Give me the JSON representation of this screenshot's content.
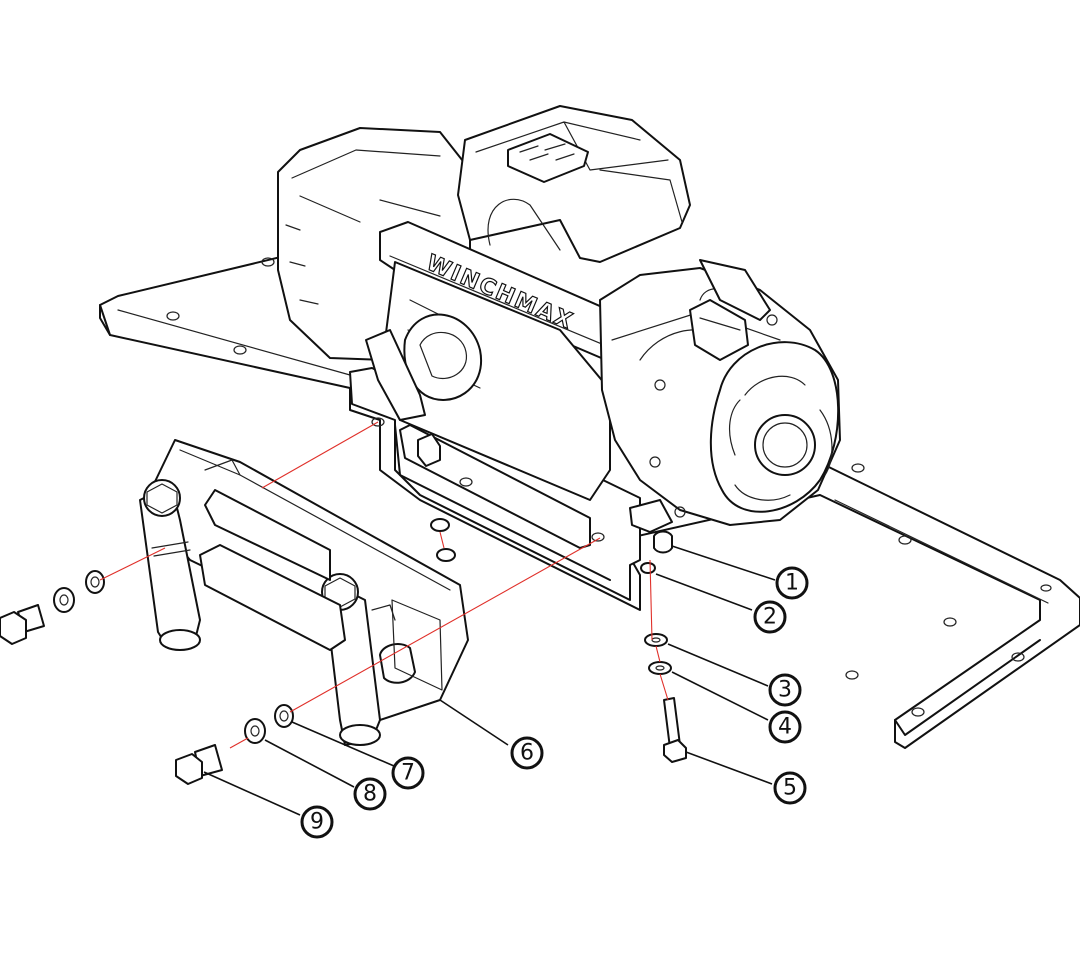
{
  "brand": {
    "logo_text": "WINCHMAX"
  },
  "callouts": [
    {
      "id": "1",
      "label": "1"
    },
    {
      "id": "2",
      "label": "2"
    },
    {
      "id": "3",
      "label": "3"
    },
    {
      "id": "4",
      "label": "4"
    },
    {
      "id": "5",
      "label": "5"
    },
    {
      "id": "6",
      "label": "6"
    },
    {
      "id": "7",
      "label": "7"
    },
    {
      "id": "8",
      "label": "8"
    },
    {
      "id": "9",
      "label": "9"
    }
  ],
  "colors": {
    "line": "#111111",
    "guide": "#e0302a",
    "background": "#ffffff"
  }
}
